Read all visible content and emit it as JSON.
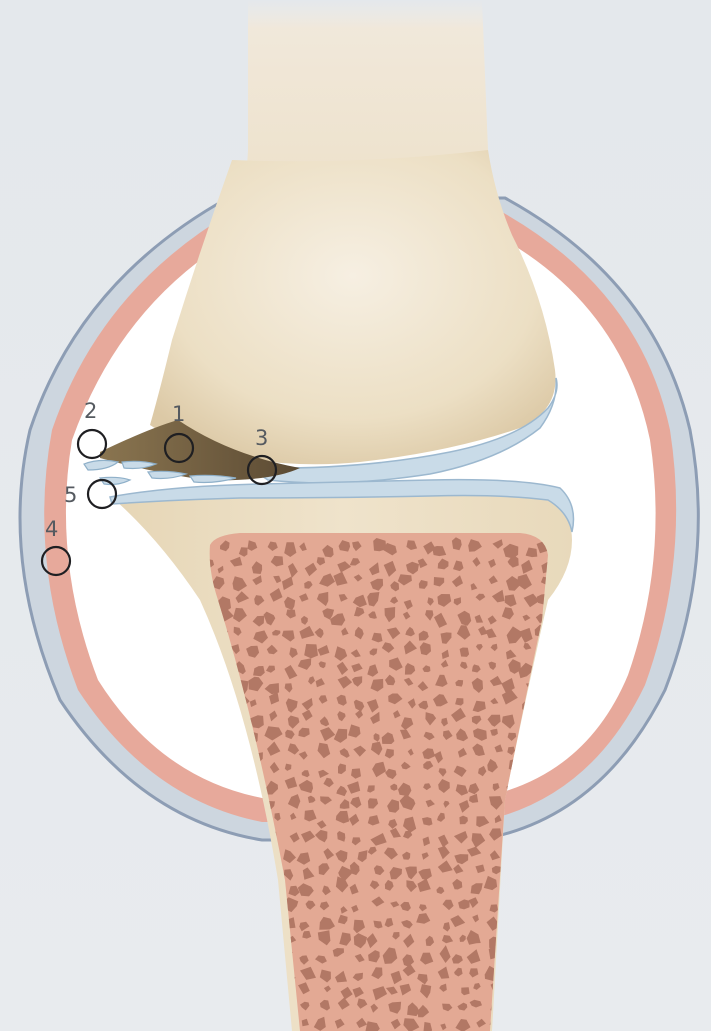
{
  "diagram": {
    "colors": {
      "background": "#e6eaee",
      "capsule_outer": "#cdd6df",
      "synovial_red": "#e7a99b",
      "joint_space": "#ffffff",
      "bone": "#eadcc0",
      "cartilage": "#c9dbe8",
      "marrow": "#e3a994",
      "trabecula": "#b27865"
    },
    "markers": [
      {
        "id": "1",
        "label": "1"
      },
      {
        "id": "2",
        "label": "2"
      },
      {
        "id": "3",
        "label": "3"
      },
      {
        "id": "4",
        "label": "4"
      },
      {
        "id": "5",
        "label": "5"
      }
    ]
  }
}
